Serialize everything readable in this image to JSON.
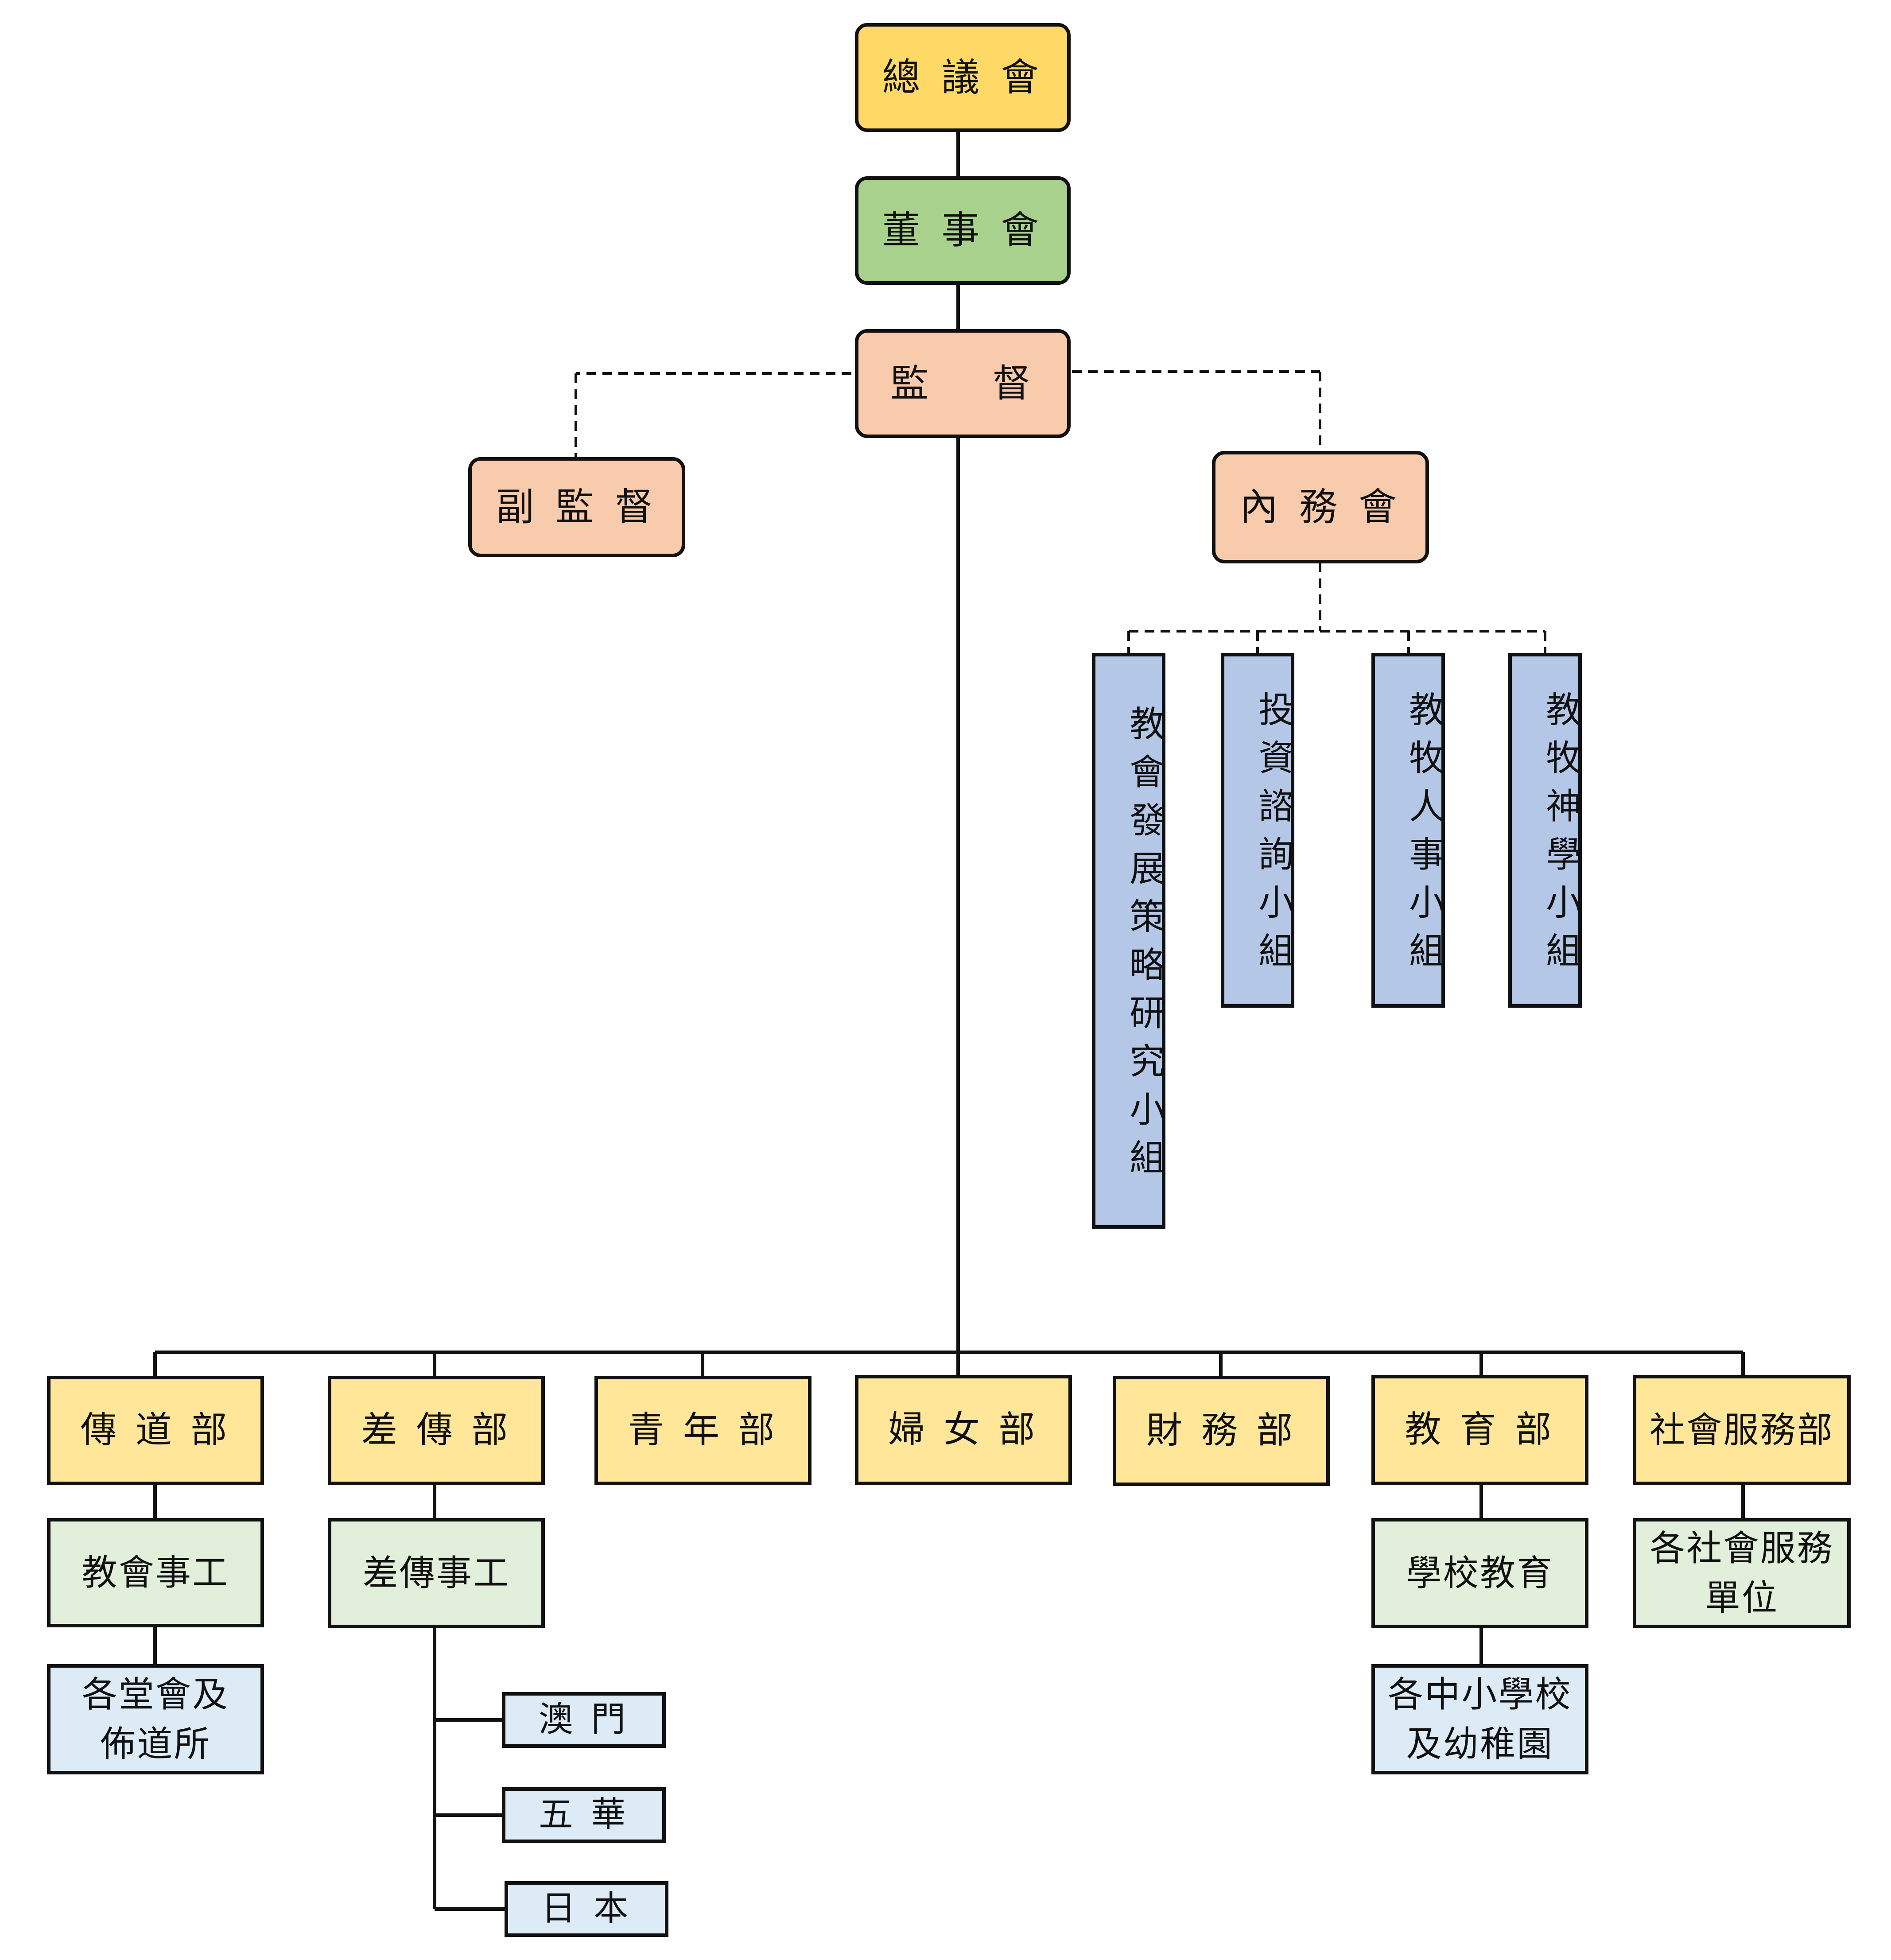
{
  "nodes": {
    "general_assembly": "總 議 會",
    "board": "董 事 會",
    "bishop": "監　 督",
    "deputy_bishop": "副 監 督",
    "internal_council": "內 務 會",
    "groups": [
      "教會發展策略研究小組",
      "投資諮詢小組",
      "教牧人事小組",
      "教牧神學小組"
    ],
    "departments": [
      "傳 道 部",
      "差 傳 部",
      "青 年 部",
      "婦 女 部",
      "財 務 部",
      "教 育 部",
      "社會服務部"
    ],
    "church_affairs": "教會事工",
    "church_units": "各堂會及\n佈道所",
    "mission_affairs": "差傳事工",
    "mission_fields": [
      "澳 門",
      "五 華",
      "日 本"
    ],
    "school_education": "學校教育",
    "schools": "各中小學校\n及幼稚園",
    "social_units": "各社會服務\n單位"
  },
  "colors": {
    "general_assembly": "#FFD966",
    "board": "#A9D18E",
    "leadership": "#F8CBAD",
    "groups": "#B4C7E7",
    "departments": "#FFE699",
    "affairs": "#E2EFDA",
    "units": "#DDEBF7"
  }
}
